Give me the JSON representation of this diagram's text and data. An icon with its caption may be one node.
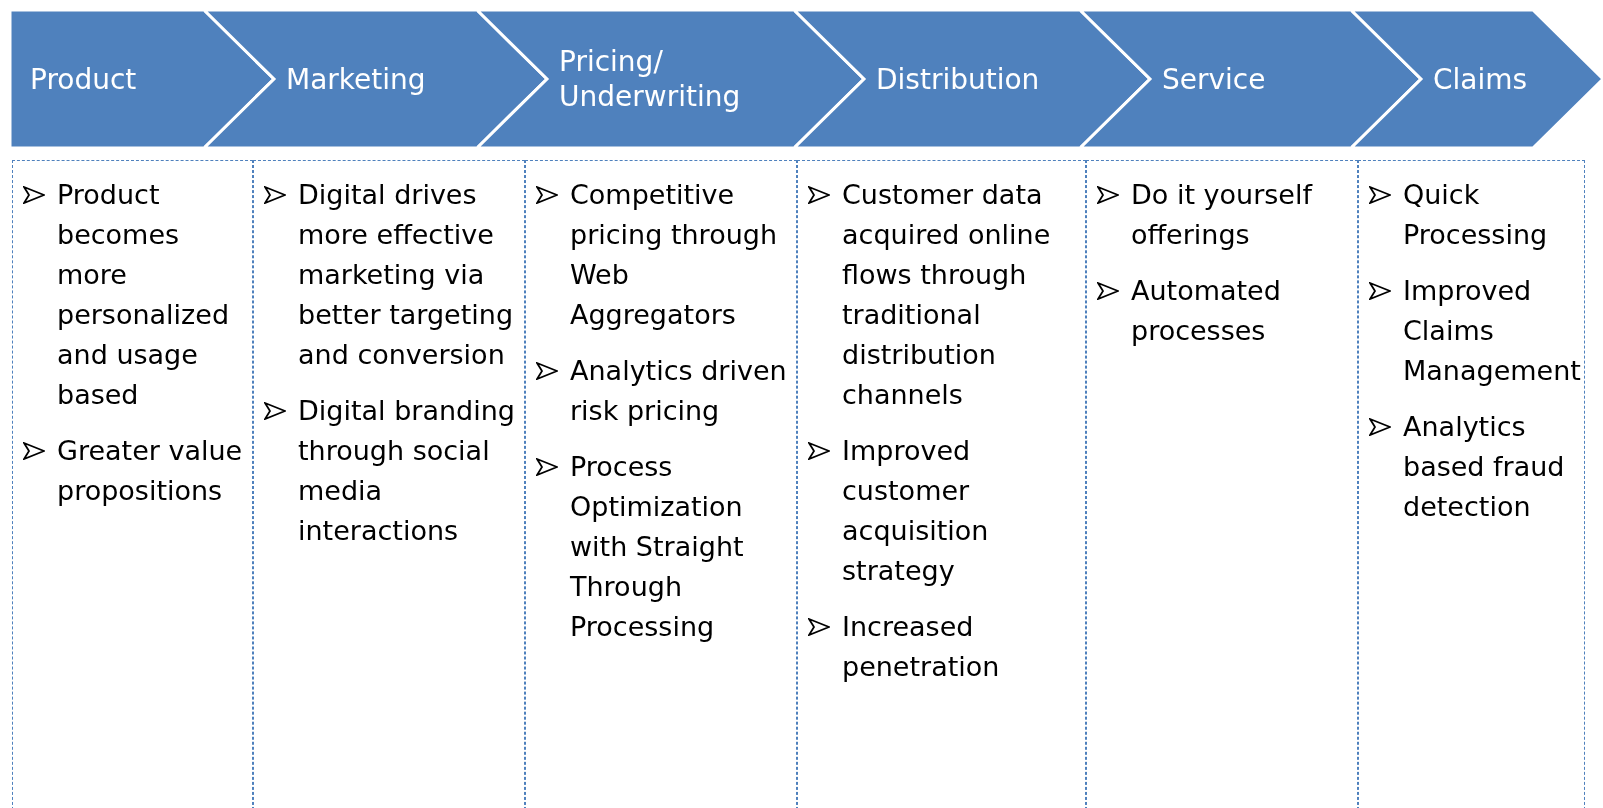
{
  "diagram": {
    "nodes": [
      {
        "text": [
          "Product"
        ]
      },
      {
        "text": [
          "Marketing"
        ]
      },
      {
        "text": [
          "Pricing/ Underwriting"
        ]
      },
      {
        "text": [
          "Distribution"
        ]
      },
      {
        "text": [
          "Service"
        ]
      },
      {
        "text": [
          "Claims"
        ]
      },
      {
        "text": [
          "Product becomes more personalized and usage based",
          "Greater value propositions"
        ]
      },
      {
        "text": [
          "Digital drives more effective marketing via better targeting and conversion",
          "Digital branding through social media interactions"
        ]
      },
      {
        "text": [
          "Competitive pricing through Web Aggregators",
          "Analytics driven risk pricing",
          "Process Optimization with Straight Through Processing"
        ]
      },
      {
        "text": [
          "Customer data acquired online flows through traditional distribution channels",
          "Improved customer acquisition strategy",
          "Increased penetration"
        ]
      },
      {
        "text": [
          "Do it yourself offerings",
          "Automated processes"
        ]
      },
      {
        "text": [
          "Quick Processing",
          "Improved Claims Management",
          "Analytics based fraud detection"
        ]
      }
    ]
  }
}
